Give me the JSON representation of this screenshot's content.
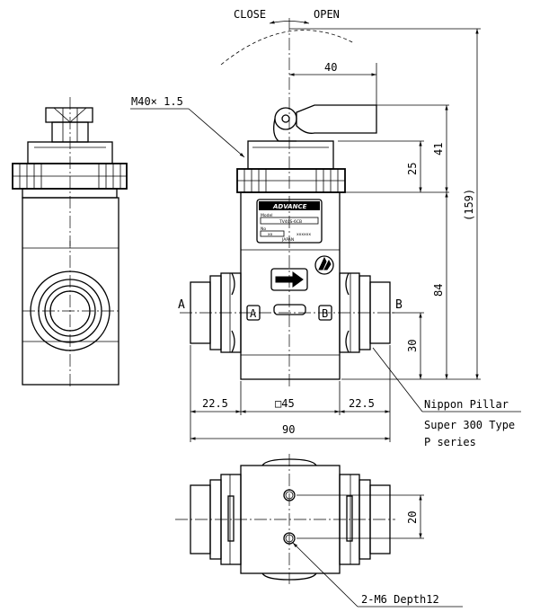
{
  "rotation": {
    "close_label": "CLOSE",
    "open_label": "OPEN"
  },
  "thread_label": "M40× 1.5",
  "dims": {
    "handle_offset": "40",
    "head_height": "41",
    "cap_height": "25",
    "total_height": "(159)",
    "body_height": "84",
    "port_height": "30",
    "left_port": "22.5",
    "body_width": "□45",
    "right_port": "22.5",
    "overall_width": "90",
    "bolt_spacing": "20"
  },
  "ports": {
    "a": "A",
    "b": "B",
    "a_marker": "A",
    "b_marker": "B"
  },
  "fitting_note": {
    "line1": "Nippon Pillar",
    "line2": "Super 300 Type",
    "line3": "P series"
  },
  "mounting_note": "2-M6 Depth12",
  "nameplate": {
    "brand": "ADVANCE",
    "model_label": "Model",
    "model_value": "TV40S-6CB",
    "serial_label": "No",
    "serial_value": "xx",
    "date_value": "xxxxxx",
    "origin": "JAPAN"
  }
}
